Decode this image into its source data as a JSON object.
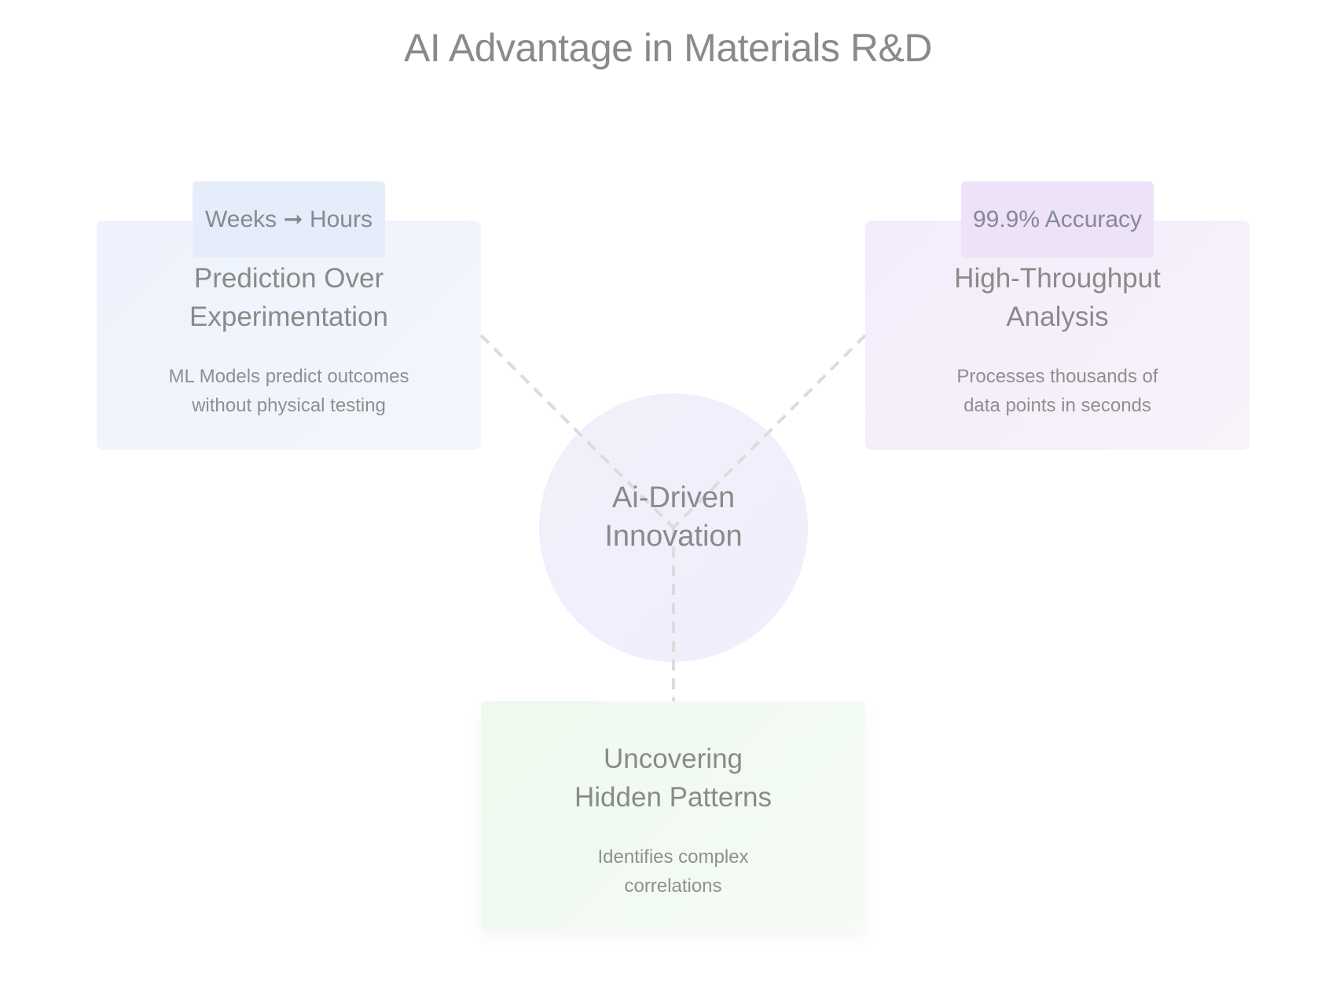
{
  "title": "AI Advantage in Materials R&D",
  "hub": {
    "label": "Ai-Driven\nInnovation"
  },
  "cards": {
    "prediction": {
      "badge": "Weeks ➞ Hours",
      "title": "Prediction Over\nExperimentation",
      "description": "ML Models predict outcomes\nwithout physical testing"
    },
    "throughput": {
      "badge": "99.9% Accuracy",
      "title": "High-Throughput\nAnalysis",
      "description": "Processes thousands of\ndata points in seconds"
    },
    "patterns": {
      "title": "Uncovering\nHidden Patterns",
      "description": "Identifies complex\ncorrelations"
    }
  },
  "colors": {
    "blue_tint": "#edf2fc",
    "purple_tint": "#f3ecfb",
    "green_tint": "#eefaee",
    "connector": "#dcdcdc"
  }
}
